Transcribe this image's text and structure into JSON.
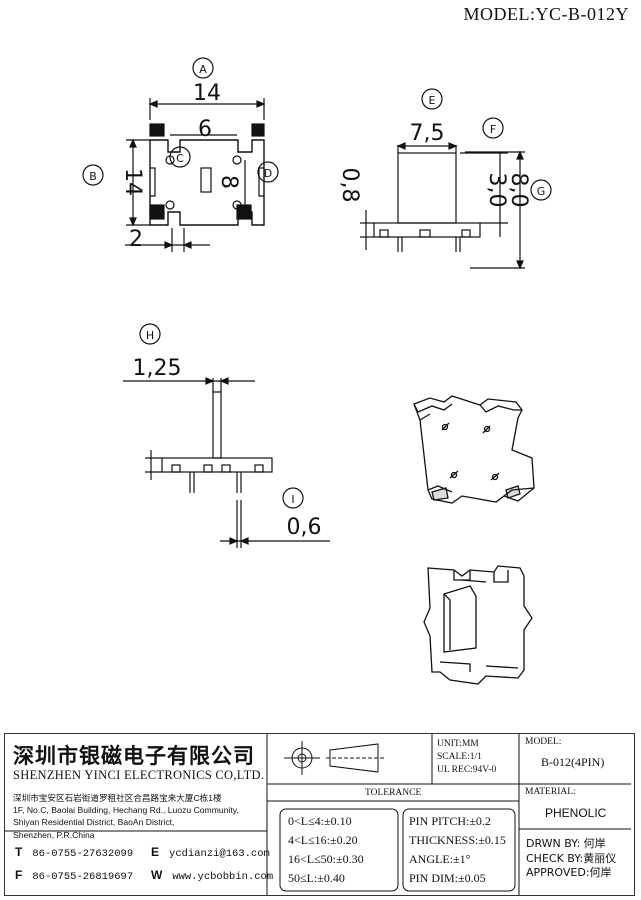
{
  "header": {
    "model": "MODEL:YC-B-012Y"
  },
  "dimensions": {
    "A": {
      "letter": "A",
      "value": "14"
    },
    "B": {
      "letter": "B",
      "value": "14"
    },
    "C": {
      "letter": "C",
      "value": "6"
    },
    "D": {
      "letter": "D",
      "value": "8"
    },
    "left_small": {
      "value": "2"
    },
    "E": {
      "letter": "E",
      "value": "7,5"
    },
    "F": {
      "letter": "F",
      "value": "3,0"
    },
    "G": {
      "letter": "G",
      "value": "8,0"
    },
    "side_small": {
      "value": "0,8"
    },
    "H": {
      "letter": "H",
      "value": "1,25"
    },
    "I": {
      "letter": "I",
      "value": "0,6"
    }
  },
  "title_block": {
    "company_cn": "深圳市银磁电子有限公司",
    "company_en": "SHENZHEN YINCI ELECTRONICS CO,LTD.",
    "address_cn": "深圳市宝安区石岩街道罗租社区合昌路宝来大厦C栋1楼",
    "address_en_1": "1F, No.C, Baolai Building, Hechang Rd., Luozu Community,",
    "address_en_2": "Shiyan Residential District, BaoAn District,",
    "address_en_3": "Shenzhen, P.R.China",
    "tel_label": "T",
    "tel": "86-0755-27632099",
    "fax_label": "F",
    "fax": "86-0755-26819697",
    "email_label": "E",
    "email": "ycdianzi@163.com",
    "web_label": "W",
    "web": "www.ycbobbin.com",
    "unit": "UNIT:MM",
    "scale": "SCALE:1/1",
    "ul_rec": "UL REC:94V-0",
    "model_label": "MODEL:",
    "model_value": "B-012(4PIN)",
    "material_label": "MATERIAL:",
    "material_value": "PHENOLIC",
    "tolerance_title": "TOLERANCE",
    "tolerances": [
      "0<L≤4:±0.10",
      "4<L≤16:±0.20",
      "16<L≤50:±0.30",
      "50≤L:±0.40"
    ],
    "pin_specs": [
      "PIN PITCH:±0.2",
      "THICKNESS:±0.15",
      "ANGLE:±1°",
      "PIN DIM:±0.05"
    ],
    "drawn_by": "DRWN BY: 何岸",
    "checked_by": "CHECK BY:黄丽仪",
    "approved_by": "APPROVED:何岸"
  }
}
